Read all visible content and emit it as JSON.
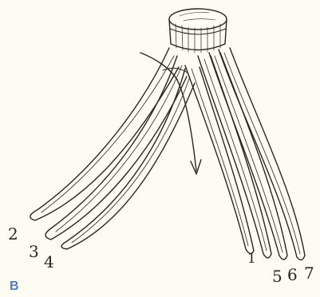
{
  "panel_label": "B",
  "strand_labels": {
    "s1": "1",
    "s2": "2",
    "s3": "3",
    "s4": "4",
    "s5": "5",
    "s6": "6",
    "s7": "7"
  },
  "colors": {
    "ink": "#2a261c",
    "paper": "#fefcf2",
    "panel_letter": "#4a7fc1"
  }
}
